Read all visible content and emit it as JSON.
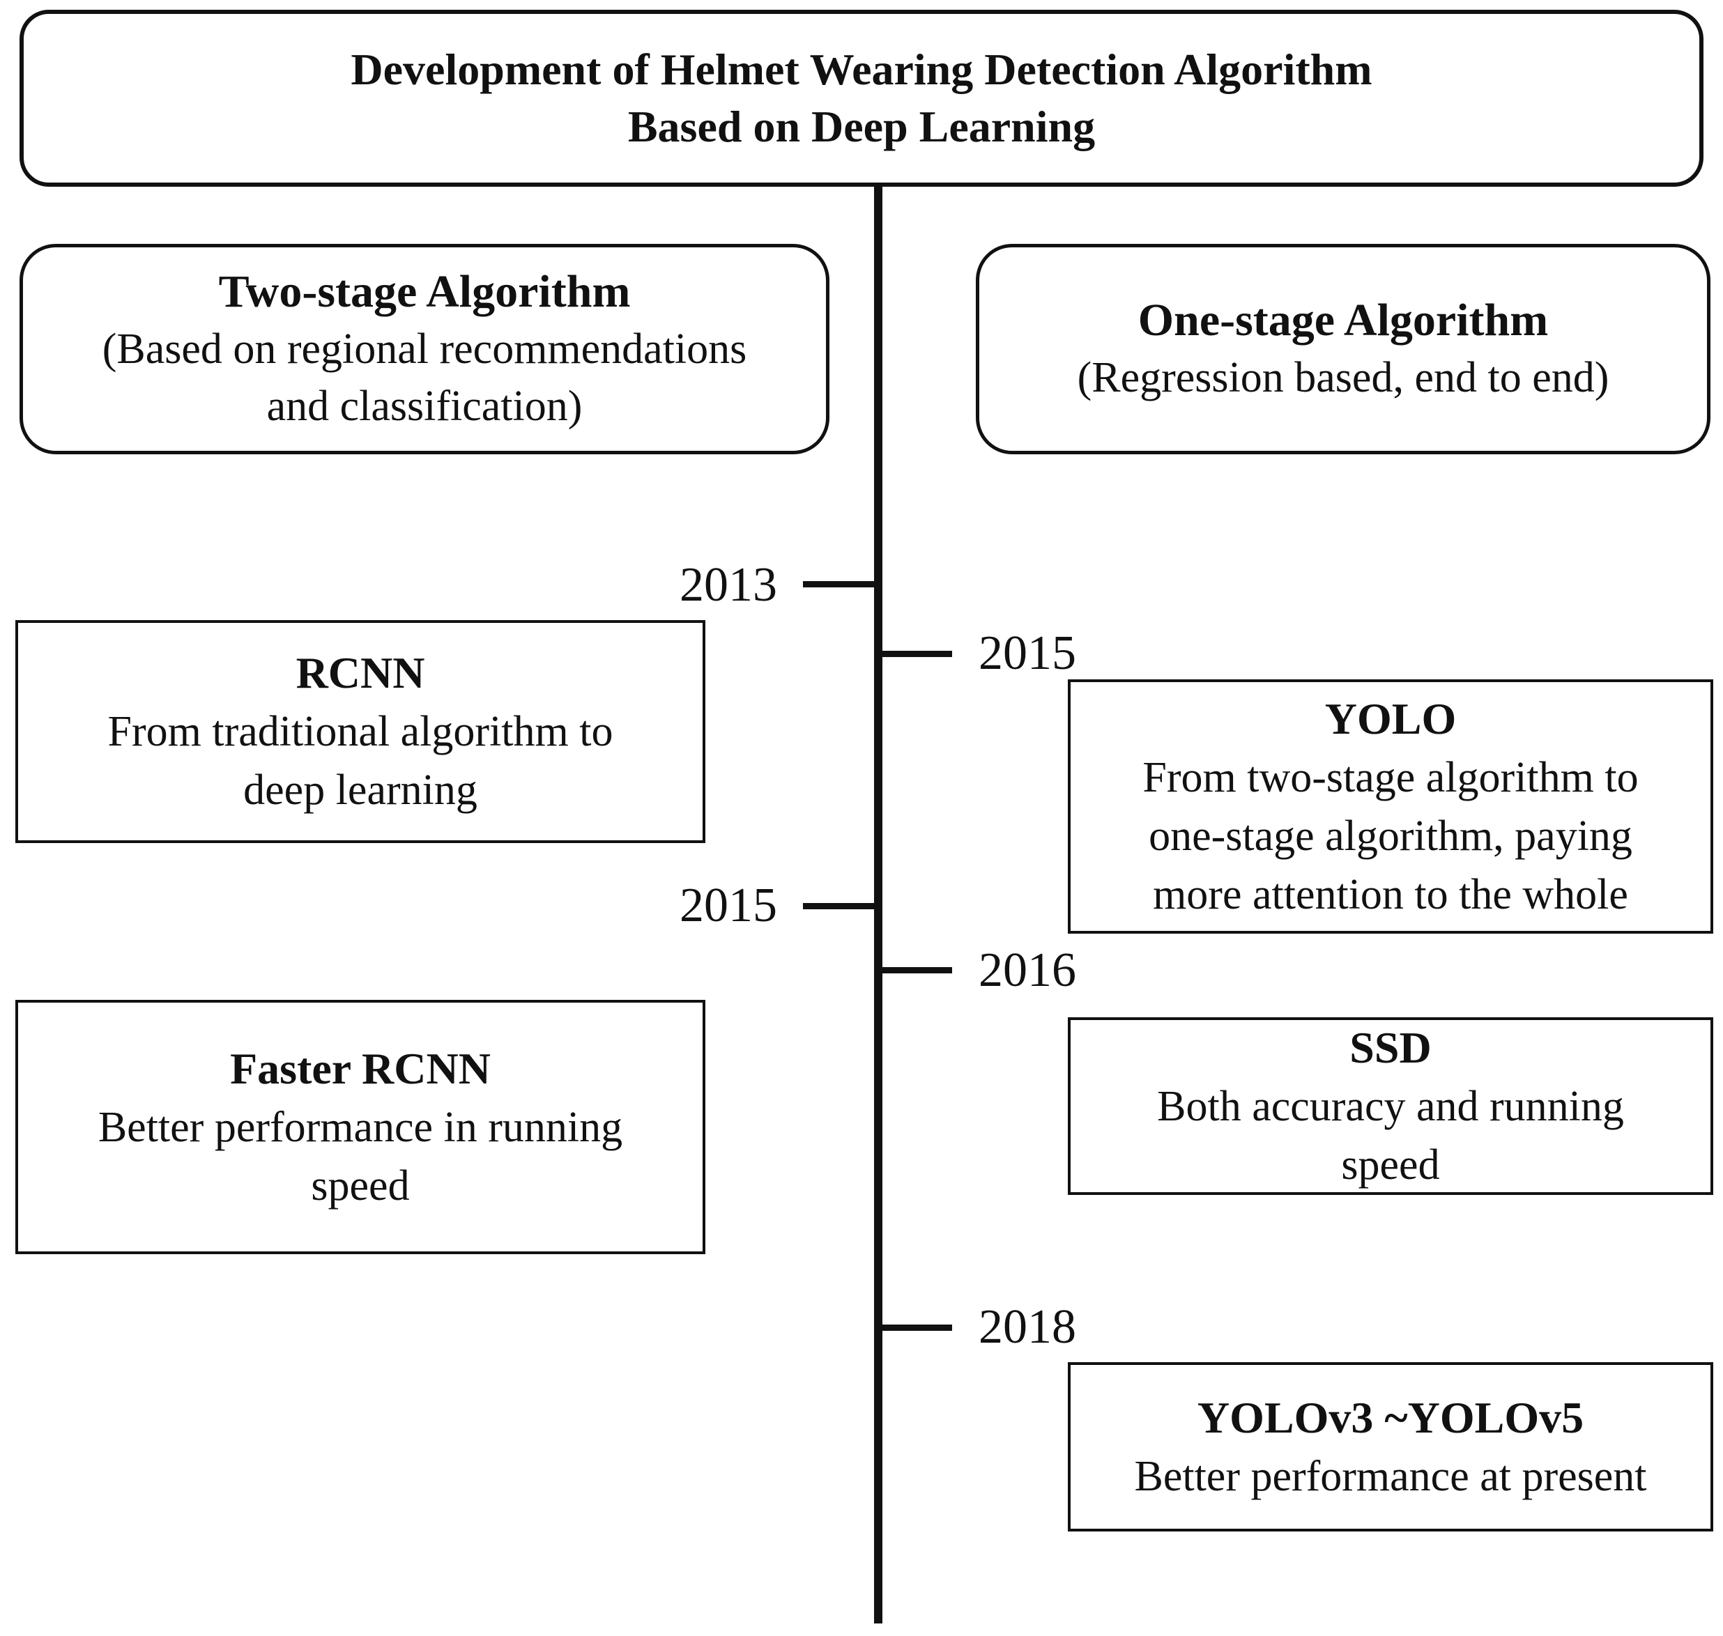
{
  "title": {
    "text": "Development of Helmet Wearing Detection Algorithm\nBased on Deep Learning"
  },
  "branches": {
    "two_stage": {
      "heading": "Two-stage Algorithm",
      "subtitle": "(Based on regional recommendations\nand classification)"
    },
    "one_stage": {
      "heading": "One-stage Algorithm",
      "subtitle": "(Regression based, end to end)"
    }
  },
  "timeline": {
    "orientation": "vertical",
    "years": [
      {
        "label": "2013",
        "side": "left"
      },
      {
        "label": "2015",
        "side": "right"
      },
      {
        "label": "2015",
        "side": "left"
      },
      {
        "label": "2016",
        "side": "right"
      },
      {
        "label": "2018",
        "side": "right"
      }
    ]
  },
  "events": [
    {
      "heading": "RCNN",
      "body": "From traditional algorithm to\ndeep learning",
      "side": "left",
      "branch": "two_stage"
    },
    {
      "heading": "YOLO",
      "body": "From two-stage algorithm to\none-stage algorithm, paying\nmore attention to the whole",
      "side": "right",
      "branch": "one_stage"
    },
    {
      "heading": "Faster RCNN",
      "body": "Better performance in running\nspeed",
      "side": "left",
      "branch": "two_stage"
    },
    {
      "heading": "SSD",
      "body": "Both accuracy and running\nspeed",
      "side": "right",
      "branch": "one_stage"
    },
    {
      "heading": "YOLOv3 ~YOLOv5",
      "body": "Better performance at present",
      "side": "right",
      "branch": "one_stage"
    }
  ],
  "colors": {
    "ink": "#111111",
    "background": "#ffffff"
  }
}
